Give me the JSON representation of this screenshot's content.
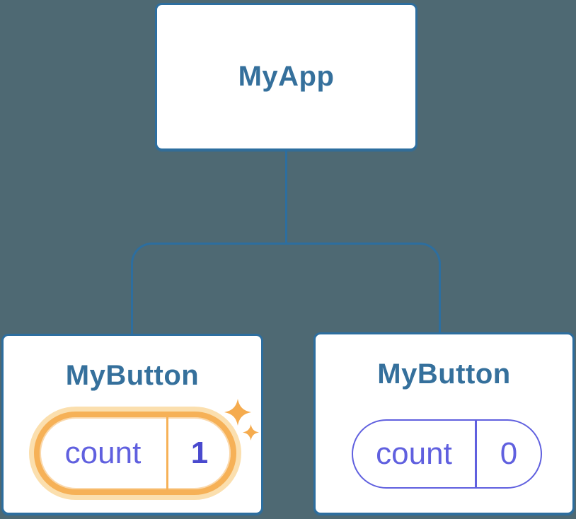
{
  "colors": {
    "background": "#4e6973",
    "node_border": "#2d6e9f",
    "node_fill": "#ffffff",
    "node_title": "#35709c",
    "state_indigo": "#6060df",
    "state_value_highlight": "#4a4ace",
    "highlight_orange": "#f6b157",
    "highlight_glow": "#fbdfae",
    "sparkle_orange": "#f5ab4e"
  },
  "diagram": {
    "root": {
      "label": "MyApp"
    },
    "children": [
      {
        "label": "MyButton",
        "state": {
          "name": "count",
          "value": "1"
        },
        "highlighted": true,
        "icons": [
          "sparkle-icon-large",
          "sparkle-icon-small"
        ]
      },
      {
        "label": "MyButton",
        "state": {
          "name": "count",
          "value": "0"
        },
        "highlighted": false
      }
    ]
  }
}
